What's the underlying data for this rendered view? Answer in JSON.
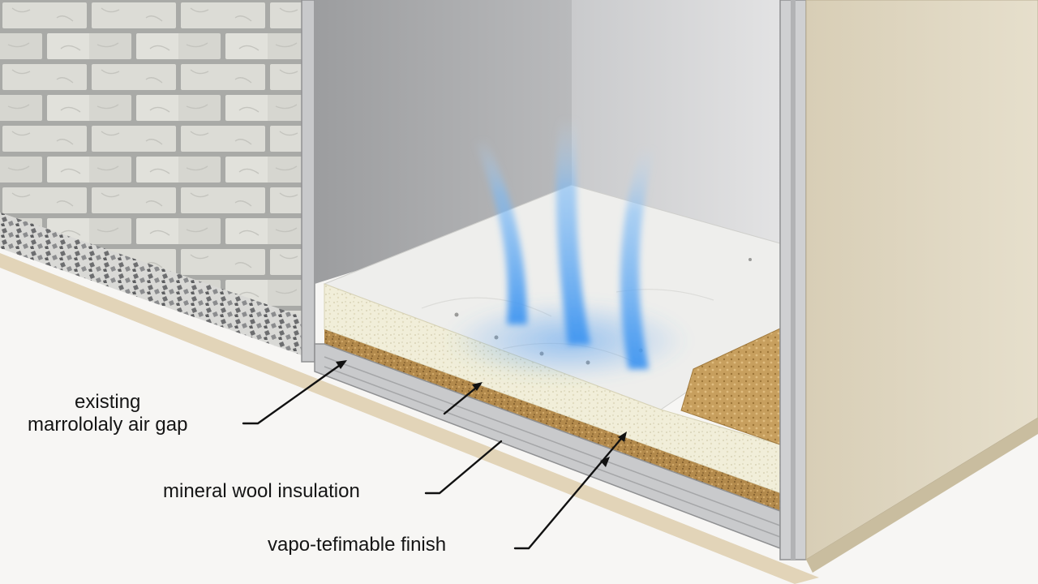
{
  "labels": {
    "air_gap_line1": "existing",
    "air_gap_line2": "marrololaly air gap",
    "mineral_wool": "mineral wool insulation",
    "finish": "vapo-tefimable finish"
  },
  "colors": {
    "background": "#f7f6f4",
    "brick": "#dcdcd6",
    "mortar": "#a9aaa7",
    "cavity_back": "#a3a4a6",
    "cavity_side": "#c4c5c7",
    "insulation_top": "#eeeeec",
    "insulation_edge": "#f1eed9",
    "cork": "#b38a4c",
    "finish_board": "#dcd2bc",
    "air_flow": "#5aa8f4",
    "leader_line": "#111111"
  },
  "icons": {
    "air_flow": "vapour-wisps"
  }
}
